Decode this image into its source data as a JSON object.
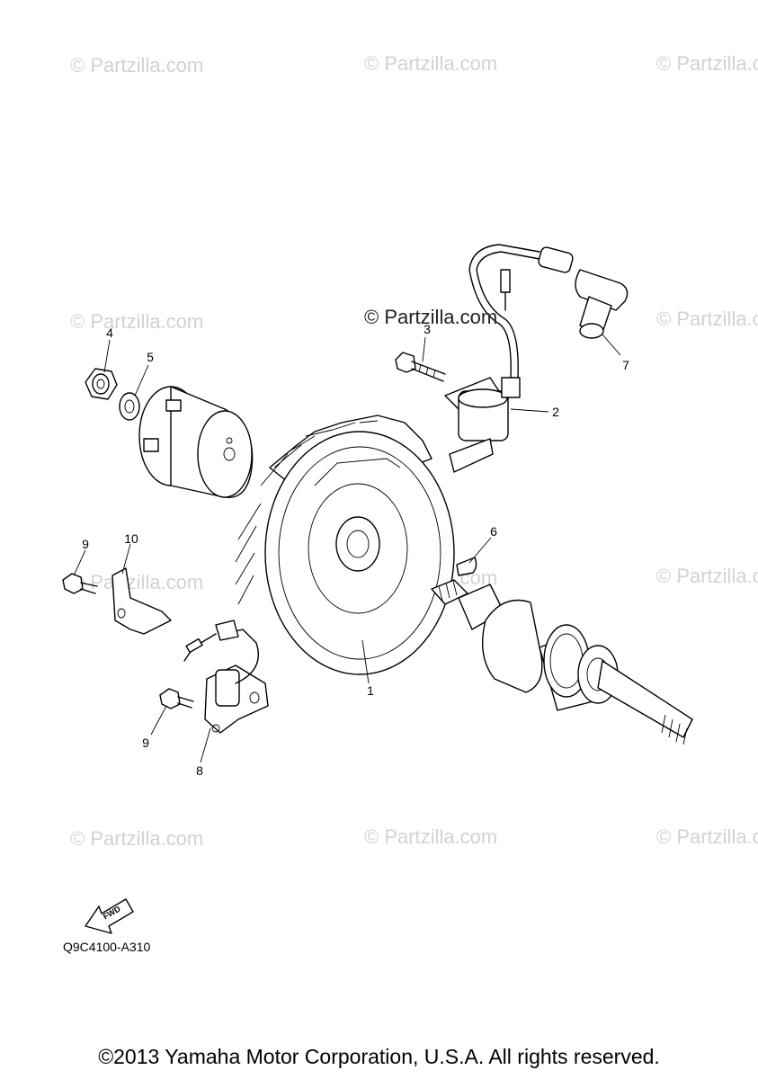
{
  "watermark": {
    "text": "© Partzilla.com",
    "main_text": "© Partzilla.com"
  },
  "callouts": {
    "c1": "1",
    "c2": "2",
    "c3": "3",
    "c4": "4",
    "c5": "5",
    "c6": "6",
    "c7": "7",
    "c8": "8",
    "c9a": "9",
    "c9b": "9",
    "c10": "10"
  },
  "fwd_label": "FWD",
  "diagram_code": "Q9C4100-A310",
  "copyright": "©2013 Yamaha Motor Corporation, U.S.A. All rights reserved."
}
